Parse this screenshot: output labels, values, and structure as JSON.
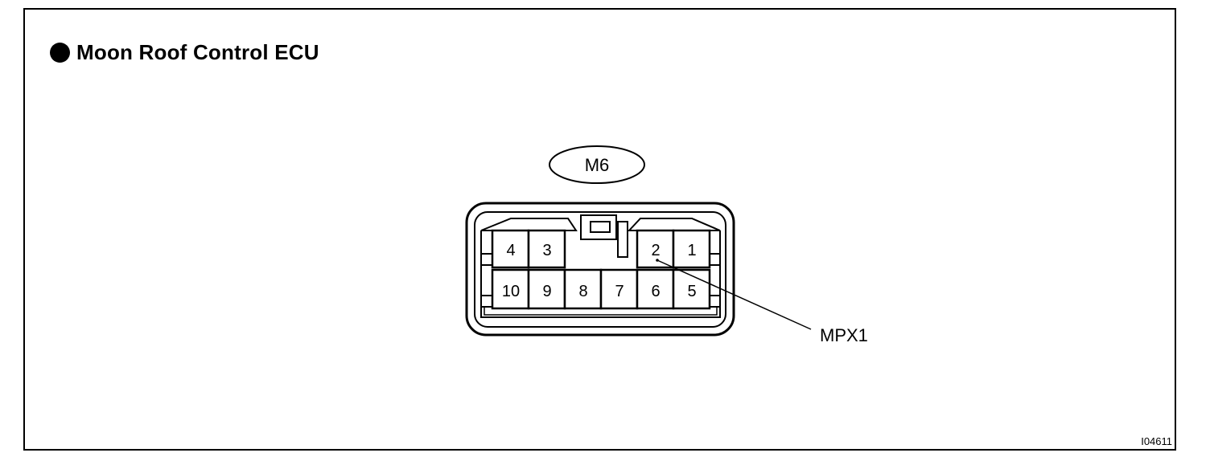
{
  "title": "Moon Roof Control ECU",
  "connector": {
    "code": "M6",
    "top_row_pins": [
      "4",
      "3",
      "2",
      "1"
    ],
    "bottom_row_pins": [
      "10",
      "9",
      "8",
      "7",
      "6",
      "5"
    ],
    "callout_label": "MPX1"
  },
  "figure_id": "I04611"
}
